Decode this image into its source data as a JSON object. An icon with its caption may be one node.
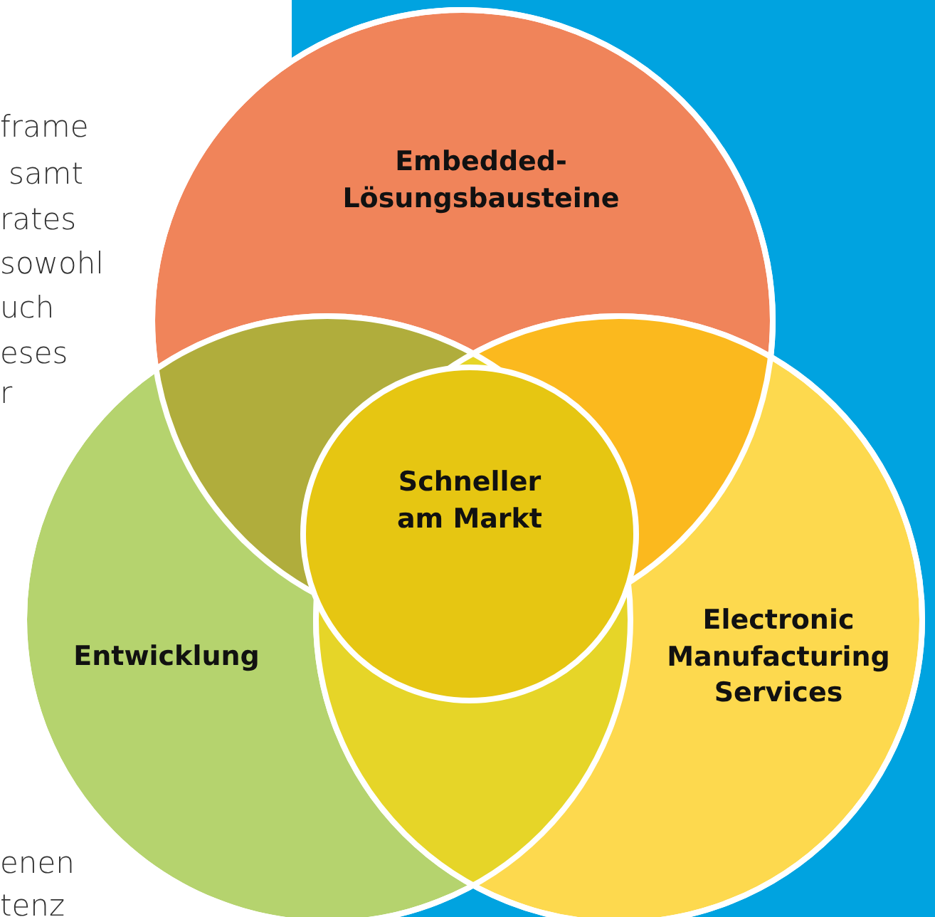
{
  "diagram": {
    "nodes": [
      {
        "text": [
          "Embedded-Lösungsbausteine"
        ]
      },
      {
        "text": [
          "Entwicklung"
        ]
      },
      {
        "text": [
          "Electronic Manufacturing Services"
        ]
      },
      {
        "text": [
          "Schneller am Markt"
        ]
      }
    ],
    "edges": [],
    "labels": [
      "frame",
      "samt",
      "rates",
      "sowohl",
      "uch",
      "eses",
      "r",
      "enen",
      "tenz"
    ]
  }
}
